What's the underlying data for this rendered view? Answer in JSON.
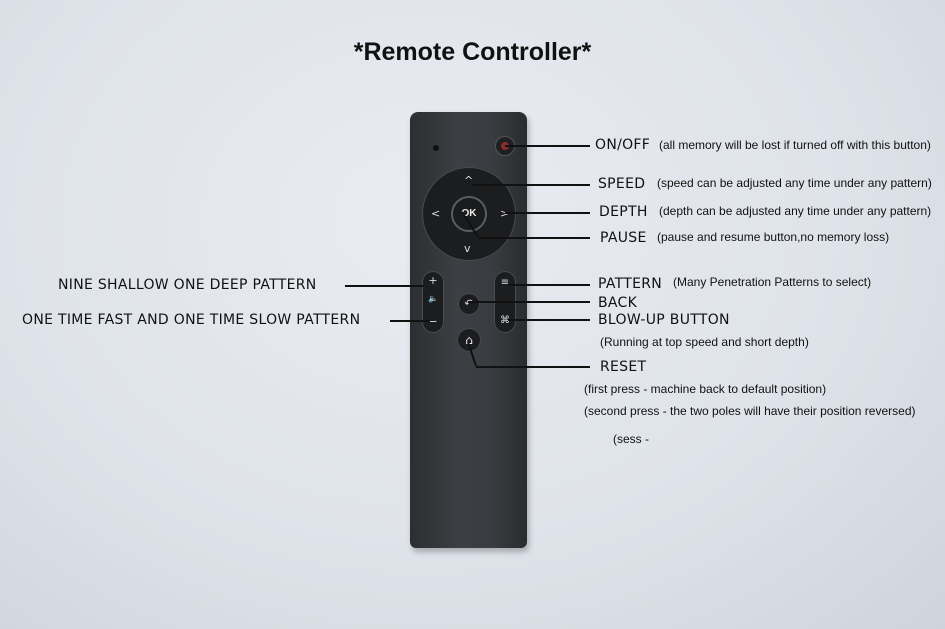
{
  "title": "*Remote Controller*",
  "remote": {
    "ok_label": "OK",
    "arrows": {
      "up": "^",
      "down": "v",
      "left": "<",
      "right": ">"
    },
    "vol": {
      "plus": "+",
      "minus": "−",
      "speaker": "🔈"
    },
    "menu_glyph": "≡",
    "blowup_glyph": "⌘",
    "back_glyph": "↶",
    "home_glyph": "⌂"
  },
  "labels": {
    "on_off": "ON/OFF",
    "on_off_note": "(all memory will be lost if turned off with this button)",
    "speed": "SPEED",
    "speed_note": "(speed can be adjusted any time under any pattern)",
    "depth": "DEPTH",
    "depth_note": "(depth can be adjusted any time under any pattern)",
    "pause": "PAUSE",
    "pause_note": "(pause and resume button,no memory loss)",
    "pattern": "PATTERN",
    "pattern_note": "(Many Penetration Patterns to select)",
    "back": "BACK",
    "blowup": "BLOW-UP BUTTON",
    "blowup_note": "(Running at top speed and short depth)",
    "reset": "RESET",
    "reset_note_1": "(first press - machine back to default position)",
    "reset_note_2": "(second press - the two poles will have their position reversed)",
    "reset_note_3": "(sess -",
    "nine_shallow": "NINE SHALLOW ONE DEEP PATTERN",
    "one_time_fast": "ONE TIME FAST AND ONE TIME SLOW PATTERN"
  },
  "colors": {
    "remote_body": "#393c40",
    "power_led": "#8b2d2d",
    "line": "#111111"
  }
}
